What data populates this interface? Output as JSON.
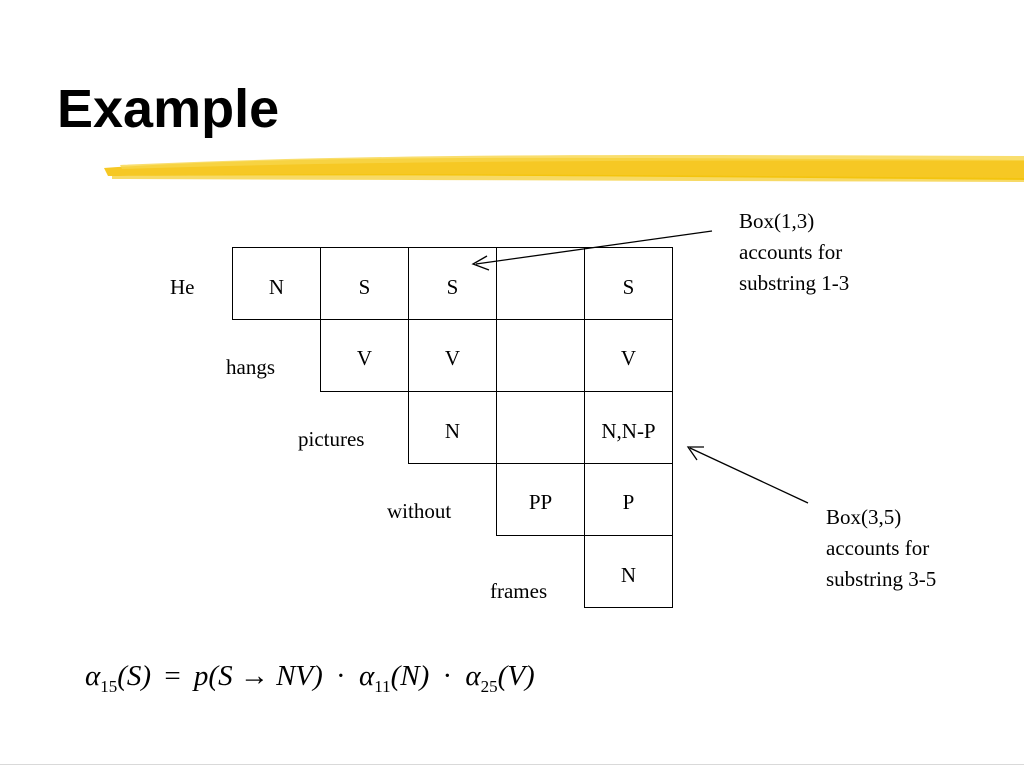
{
  "slide": {
    "title": "Example",
    "highlight_color": "#f5c518"
  },
  "chart": {
    "words": [
      "He",
      "hangs",
      "pictures",
      "without",
      "frames"
    ],
    "rows": [
      [
        "N",
        "S",
        "S",
        "",
        "S"
      ],
      [
        "V",
        "V",
        "",
        "V"
      ],
      [
        "N",
        "",
        "N,N-P"
      ],
      [
        "PP",
        "P"
      ],
      [
        "N"
      ]
    ]
  },
  "annotations": {
    "box13": [
      "Box(1,3)",
      "accounts for",
      "substring 1-3"
    ],
    "box35": [
      "Box(3,5)",
      "accounts for",
      "substring 3-5"
    ]
  },
  "formula": {
    "lhs_symbol": "α",
    "lhs_sub": "15",
    "lhs_arg": "(S)",
    "eq": "=",
    "p_expr": "p(S → NV)",
    "dot1": "·",
    "a1_symbol": "α",
    "a1_sub": "11",
    "a1_arg": "(N)",
    "dot2": "·",
    "a2_symbol": "α",
    "a2_sub": "25",
    "a2_arg": "(V)"
  }
}
